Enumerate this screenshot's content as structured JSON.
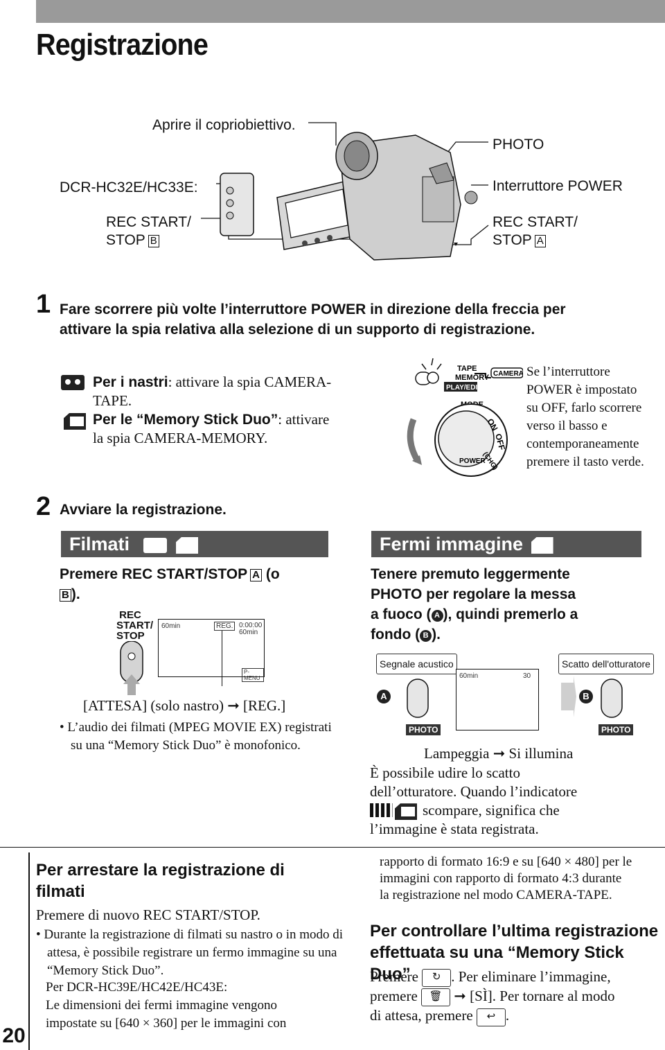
{
  "header": {
    "title": "Registrazione"
  },
  "figure_top": {
    "open_cap": "Aprire il copriobiettivo.",
    "model": "DCR-HC32E/HC33E:",
    "rec_b_line1": "REC START/",
    "rec_b_line2": "STOP",
    "rec_b_letter": "B",
    "photo": "PHOTO",
    "power_switch": "Interruttore POWER",
    "rec_a_line1": "REC START/",
    "rec_a_line2": "STOP",
    "rec_a_letter": "A"
  },
  "step1": {
    "number": "1",
    "text_line1": "Fare scorrere più volte l’interruttore POWER in direzione della freccia per",
    "text_line2": "attivare la spia relativa alla selezione di un supporto di registrazione.",
    "tape_bold": "Per i nastri",
    "tape_rest": ": attivare la spia CAMERA-",
    "tape_rest2": "TAPE.",
    "ms_bold": "Per le “Memory Stick Duo”",
    "ms_rest": ": attivare",
    "ms_rest2": "la spia CAMERA-MEMORY.",
    "dial_tape": "TAPE",
    "dial_memory": "MEMORY",
    "dial_playedit": "PLAY/EDIT",
    "dial_camera": "CAMERA",
    "dial_mode": "MODE",
    "dial_on": "ON",
    "dial_off": "OFF",
    "dial_chg": "(CHG)",
    "dial_power": "POWER",
    "note_lines": [
      "Se l’interruttore",
      "POWER è impostato",
      "su OFF, farlo scorrere",
      "verso il basso e",
      "contemporaneamente",
      "premere il tasto verde."
    ]
  },
  "step2": {
    "number": "2",
    "text": "Avviare la registrazione.",
    "movies": {
      "bar": "Filmati",
      "instr_line1": "Premere REC START/STOP",
      "instr_letter": "A",
      "instr_tail": "(o",
      "instr_letter2": "B",
      "instr_end": ").",
      "btn_label": [
        "REC",
        "START/",
        "STOP"
      ],
      "lcd_battery": "60min",
      "lcd_reg": "REG.",
      "lcd_time": "0:00:00",
      "lcd_remain": "60min",
      "lcd_pmenu": "P-MENU",
      "standby": "[ATTESA] (solo nastro) ➞ [REG.]",
      "bullet": "L’audio dei filmati (MPEG MOVIE EX) registrati su una “Memory Stick Duo” è monofonico."
    },
    "stills": {
      "bar": "Fermi immagine",
      "instr": [
        "Tenere premuto leggermente",
        "PHOTO per regolare la messa",
        "a fuoco (",
        "), quindi premerlo a",
        "fondo (",
        ")."
      ],
      "beep": "Segnale acustico",
      "shutter": "Scatto dell'otturatore",
      "lcd_battery": "60min",
      "lcd_count": "30",
      "photo_btn": "PHOTO",
      "letter_a": "A",
      "letter_b": "B",
      "blink": "Lampeggia ➞ Si illumina",
      "desc_lines": [
        "È possibile udire lo scatto",
        "dell’otturatore. Quando l’indicatore",
        "scompare, significa che",
        "l’immagine è stata registrata."
      ]
    }
  },
  "stop_section": {
    "heading_line1": "Per arrestare la registrazione di",
    "heading_line2": "filmati",
    "text": "Premere di nuovo REC START/STOP.",
    "bullet": "Durante la registrazione di filmati su nastro o in modo di attesa, è possibile registrare un fermo immagine su una “Memory Stick Duo”.",
    "model": "Per DCR-HC39E/HC42E/HC43E:",
    "note_lines": [
      "Le dimensioni dei fermi immagine vengono",
      "impostate su [640 × 360] per le immagini con"
    ]
  },
  "right_col": {
    "cont_lines": [
      "rapporto di formato 16:9 e su [640 × 480] per le",
      "immagini con rapporto di formato 4:3 durante",
      "la registrazione nel modo CAMERA-TAPE."
    ],
    "heading_line1": "Per controllare l’ultima registrazione",
    "heading_line2": "effettuata su una “Memory Stick Duo”",
    "line1_pre": "Premere",
    "line1_post": ". Per eliminare l’immagine,",
    "line2_pre": "premere",
    "line2_post": "➞ [SÌ]. Per tornare al modo",
    "line3_pre": "di attesa, premere",
    "line3_post": "."
  },
  "footer": {
    "page": "20"
  }
}
